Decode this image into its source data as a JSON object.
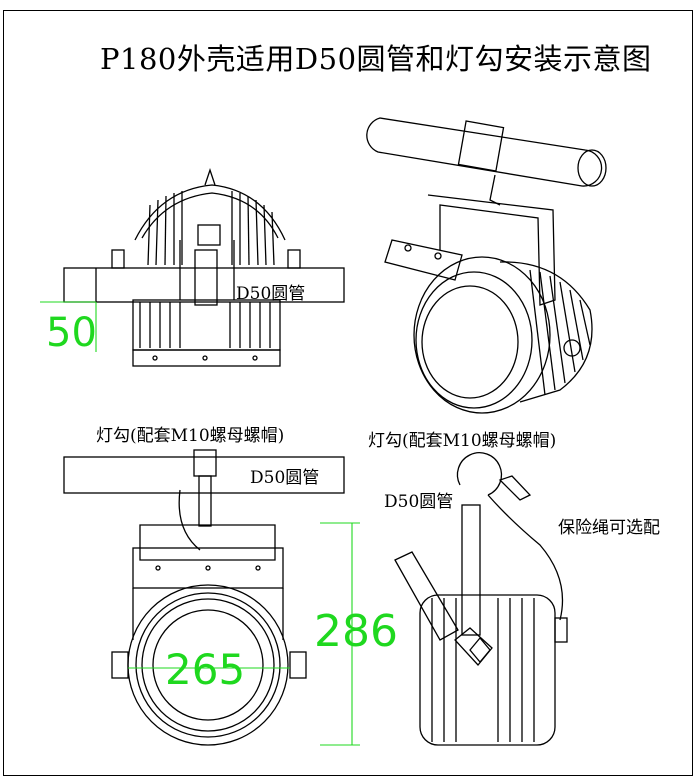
{
  "title": "P180外壳适用D50圆管和灯勾安装示意图",
  "labels": {
    "pipe_top": "D50圆管",
    "hook_left": "灯勾(配套M10螺母螺帽)",
    "pipe_bottom": "D50圆管",
    "hook_right": "灯勾(配套M10螺母螺帽)",
    "pipe_right": "D50圆管",
    "rope": "保险绳可选配"
  },
  "dimensions": {
    "d50": "50",
    "d265": "265",
    "d286": "286"
  },
  "colors": {
    "line": "#000000",
    "dimension": "#1fd81f"
  }
}
